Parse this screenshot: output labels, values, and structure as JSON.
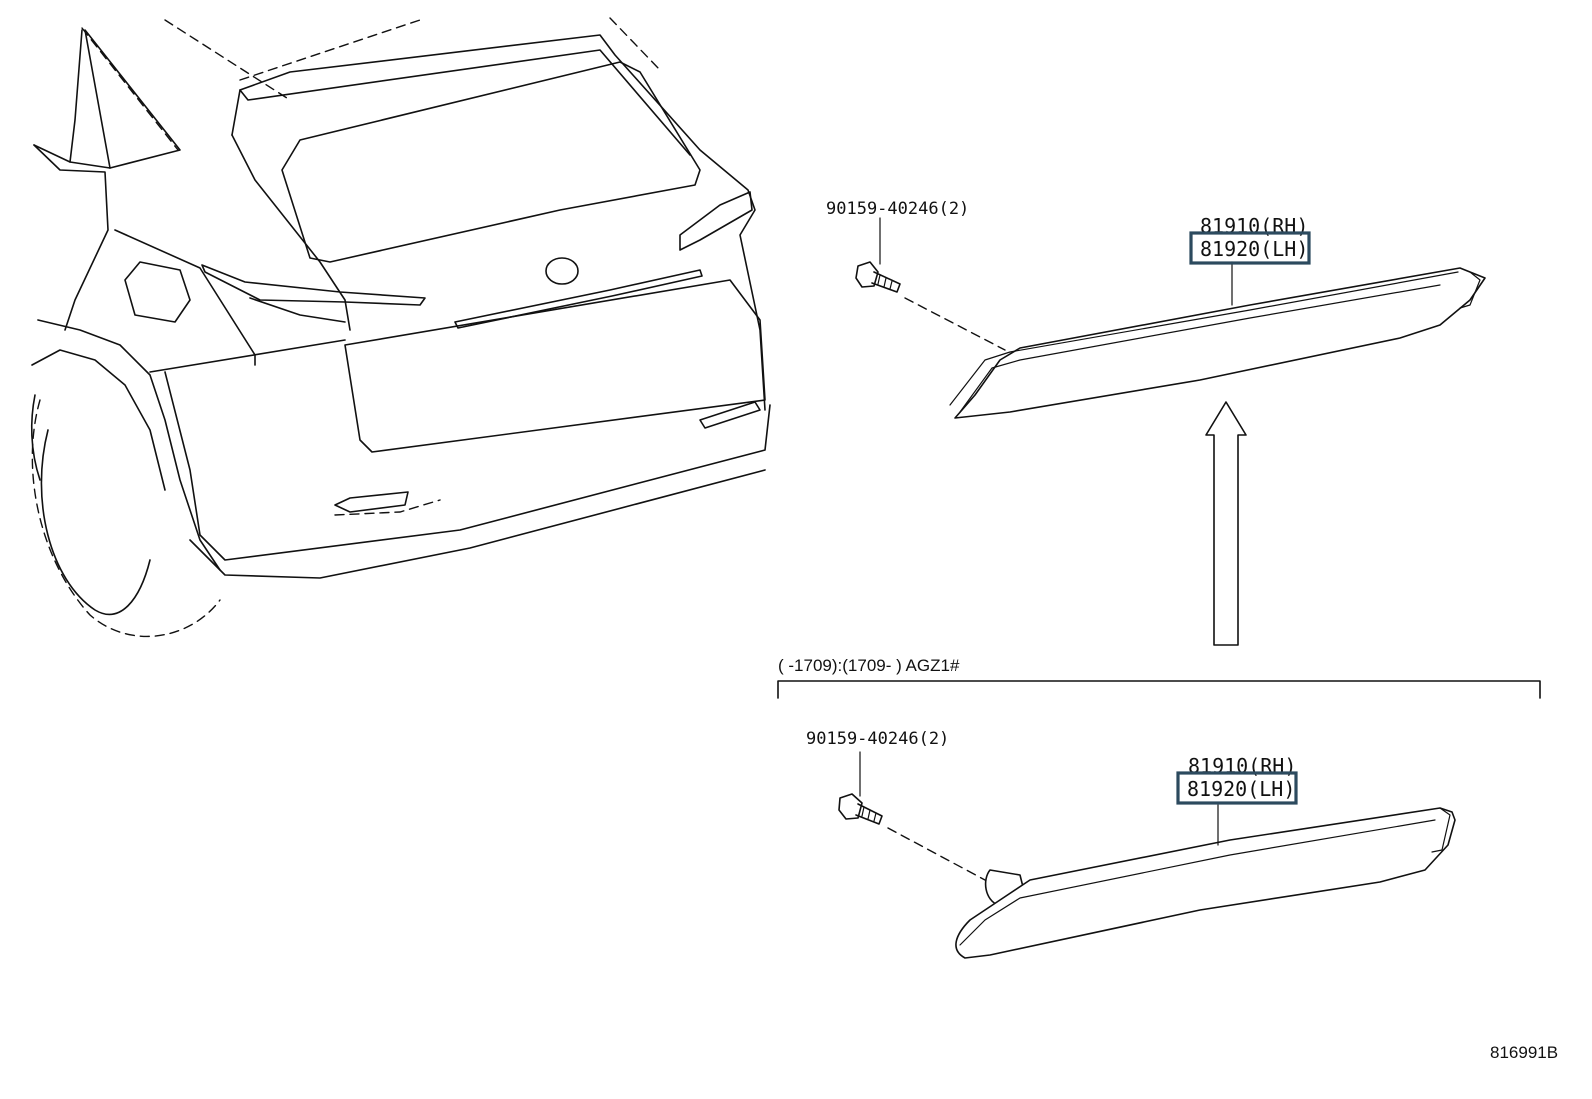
{
  "upper_assembly": {
    "bolt_label": "90159-40246(2)",
    "part_rh_label": "81910(RH)",
    "part_lh_label": "81920(LH)"
  },
  "lower_assembly": {
    "applicability_label": "(      -1709):(1709-      ) AGZ1#",
    "bolt_label": "90159-40246(2)",
    "part_rh_label": "81910(RH)",
    "part_lh_label": "81920(LH)"
  },
  "diagram_code": "816991B",
  "colors": {
    "line": "#111111",
    "highlight": "#2c4a5e",
    "background": "#ffffff"
  }
}
